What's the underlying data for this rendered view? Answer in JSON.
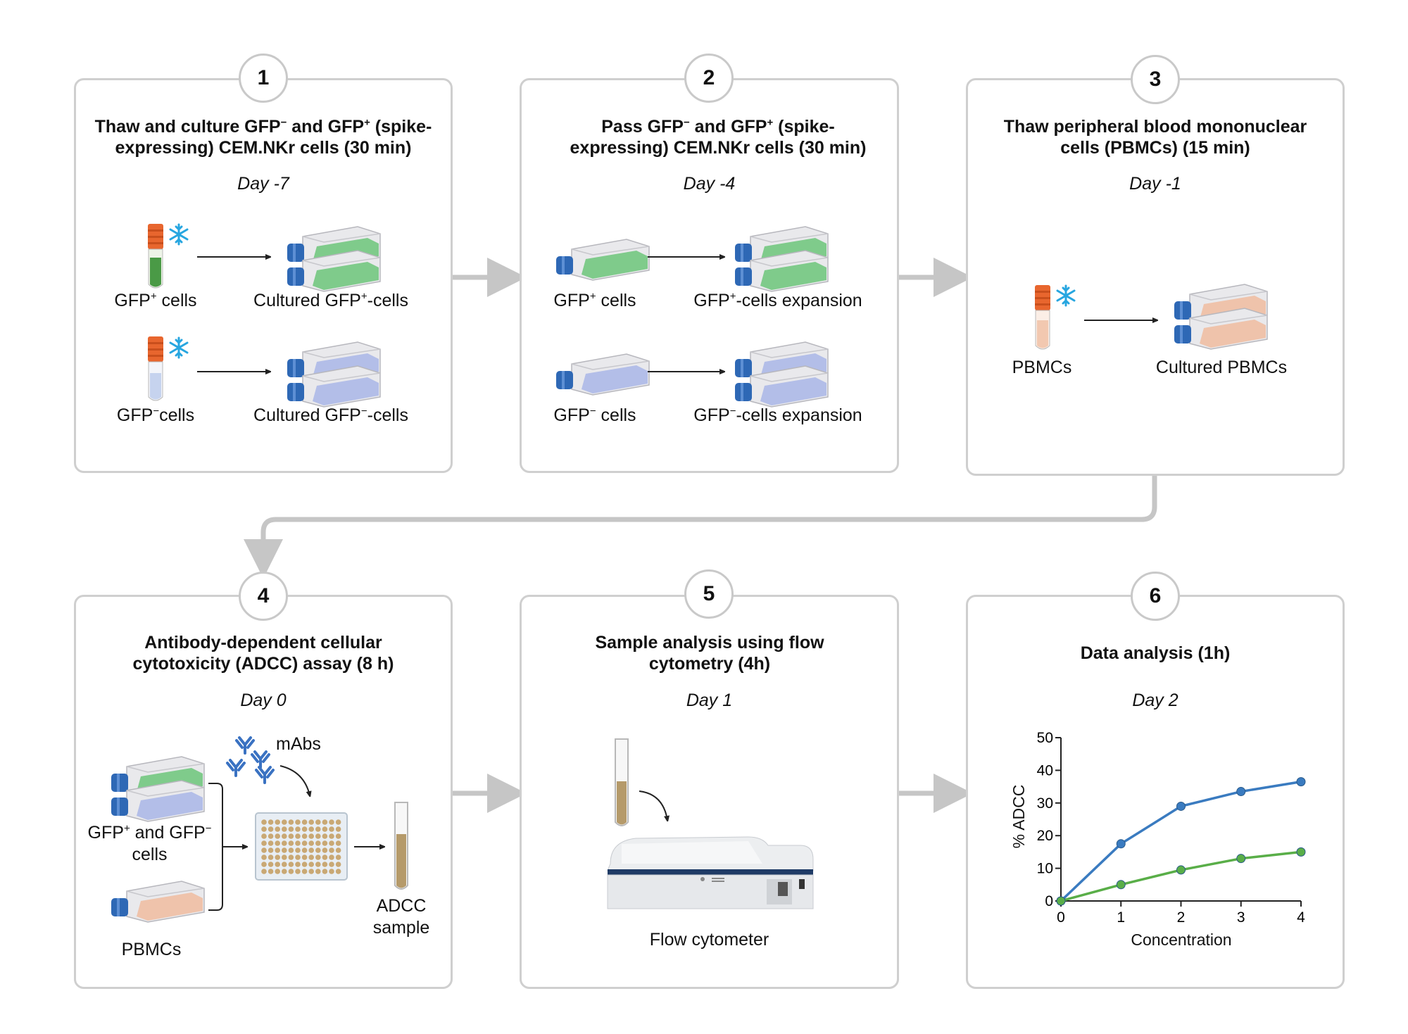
{
  "steps": [
    {
      "number": "1",
      "title_parts": [
        "Thaw and culture GFP",
        "−",
        " and GFP",
        "+",
        " (spike-expressing) CEM.NKr cells (30 min)"
      ],
      "day": "Day -7",
      "labels": {
        "gfp_pos": [
          "GFP",
          "+",
          " cells"
        ],
        "cultured_pos": [
          "Cultured GFP",
          "+",
          "-cells"
        ],
        "gfp_neg": [
          "GFP",
          "−",
          "cells"
        ],
        "cultured_neg": [
          "Cultured GFP",
          "−",
          "-cells"
        ]
      }
    },
    {
      "number": "2",
      "title_parts": [
        "Pass GFP",
        "−",
        " and GFP",
        "+",
        " (spike-expressing) CEM.NKr cells (30 min)"
      ],
      "day": "Day -4",
      "labels": {
        "gfp_pos": [
          "GFP",
          "+",
          " cells"
        ],
        "expansion_pos": [
          "GFP",
          "+",
          "-cells expansion"
        ],
        "gfp_neg": [
          "GFP",
          "−",
          " cells"
        ],
        "expansion_neg": [
          "GFP",
          "−",
          "-cells expansion"
        ]
      }
    },
    {
      "number": "3",
      "title": "Thaw peripheral blood mononuclear cells (PBMCs) (15 min)",
      "day": "Day -1",
      "labels": {
        "pbmcs": "PBMCs",
        "cultured": "Cultured PBMCs"
      }
    },
    {
      "number": "4",
      "title": "Antibody-dependent cellular cytotoxicity (ADCC) assay (8 h)",
      "day": "Day 0",
      "labels": {
        "mabs": "mAbs",
        "gfp_both": [
          "GFP",
          "+",
          " and GFP",
          "−"
        ],
        "cells": "cells",
        "pbmcs": "PBMCs",
        "adcc": "ADCC",
        "sample": "sample"
      }
    },
    {
      "number": "5",
      "title": "Sample analysis using flow cytometry (4h)",
      "day": "Day 1",
      "labels": {
        "cytometer": "Flow cytometer"
      }
    },
    {
      "number": "6",
      "title": "Data analysis (1h)",
      "day": "Day 2"
    }
  ],
  "colors": {
    "border": "#cfcfcf",
    "arrow": "#c6c6c6",
    "blue": "#3a7bc0",
    "green": "#59ae48",
    "cap": "#e8662e",
    "snow": "#27a6e0"
  },
  "chart_data": {
    "type": "line",
    "xlabel": "Concentration",
    "ylabel": "% ADCC",
    "x": [
      0,
      1,
      2,
      3,
      4
    ],
    "xlim": [
      0,
      4
    ],
    "ylim": [
      0,
      50
    ],
    "yticks": [
      0,
      10,
      20,
      30,
      40,
      50
    ],
    "series": [
      {
        "color": "#3a7bc0",
        "values": [
          0,
          17.5,
          29,
          33.5,
          36.5
        ]
      },
      {
        "color": "#59ae48",
        "values": [
          0,
          5,
          9.5,
          13,
          15
        ]
      }
    ]
  }
}
